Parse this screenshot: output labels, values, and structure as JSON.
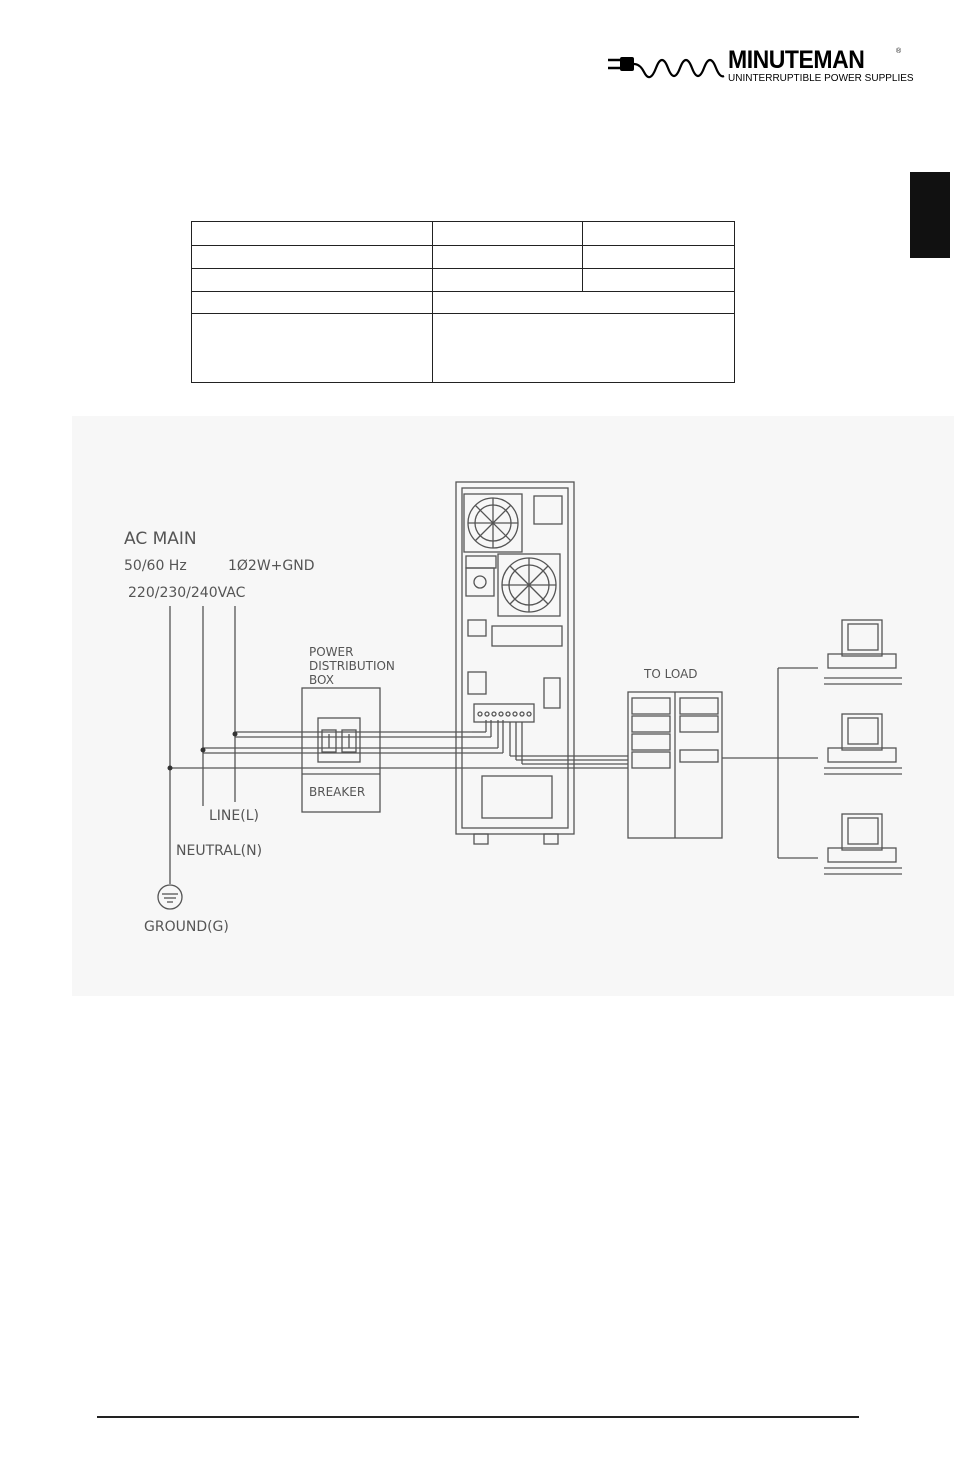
{
  "header": {
    "brand": "MINUTEMAN",
    "registered": "®",
    "tagline": "UNINTERRUPTIBLE POWER SUPPLIES"
  },
  "spec_table": {
    "rows": [
      [
        "",
        "",
        ""
      ],
      [
        "",
        "",
        ""
      ],
      [
        "",
        "",
        ""
      ],
      [
        "",
        ""
      ],
      [
        "",
        ""
      ]
    ]
  },
  "diagram": {
    "ac_main": "AC MAIN",
    "frequency": "50/60 Hz",
    "phase": "1Ø2W+GND",
    "voltage": "220/230/240VAC",
    "power_box_line1": "POWER",
    "power_box_line2": "DISTRIBUTION",
    "power_box_line3": "BOX",
    "breaker": "BREAKER",
    "line": "LINE(L)",
    "neutral": "NEUTRAL(N)",
    "ground": "GROUND(G)",
    "to_load": "TO LOAD"
  },
  "colors": {
    "tab": "#111111",
    "line_art": "#555555",
    "figure_bg": "#f7f7f7"
  }
}
